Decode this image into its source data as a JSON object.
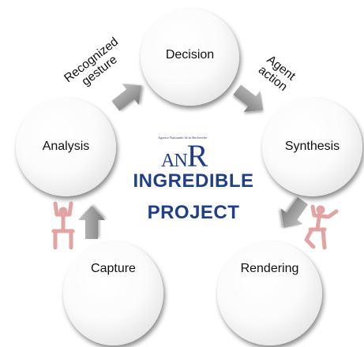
{
  "nodes": {
    "decision": "Decision",
    "analysis": "Analysis",
    "synthesis": "Synthesis",
    "capture": "Capture",
    "rendering": "Rendering"
  },
  "edge_labels": {
    "recognized_line1": "Recognized",
    "recognized_line2": "gesture",
    "agent_line1": "Agent",
    "agent_line2": "action"
  },
  "logo": {
    "subtitle": "Agence Nationale de la Recherche",
    "wordmark_a": "A",
    "wordmark_n": "N",
    "wordmark_r": "R"
  },
  "title": {
    "line1": "INGREDIBLE",
    "line2": "PROJECT"
  },
  "colors": {
    "title_blue": "#1f3f86",
    "arrow_gray": "#9a9a9a",
    "skeleton_pink": "#e2a3a3"
  }
}
